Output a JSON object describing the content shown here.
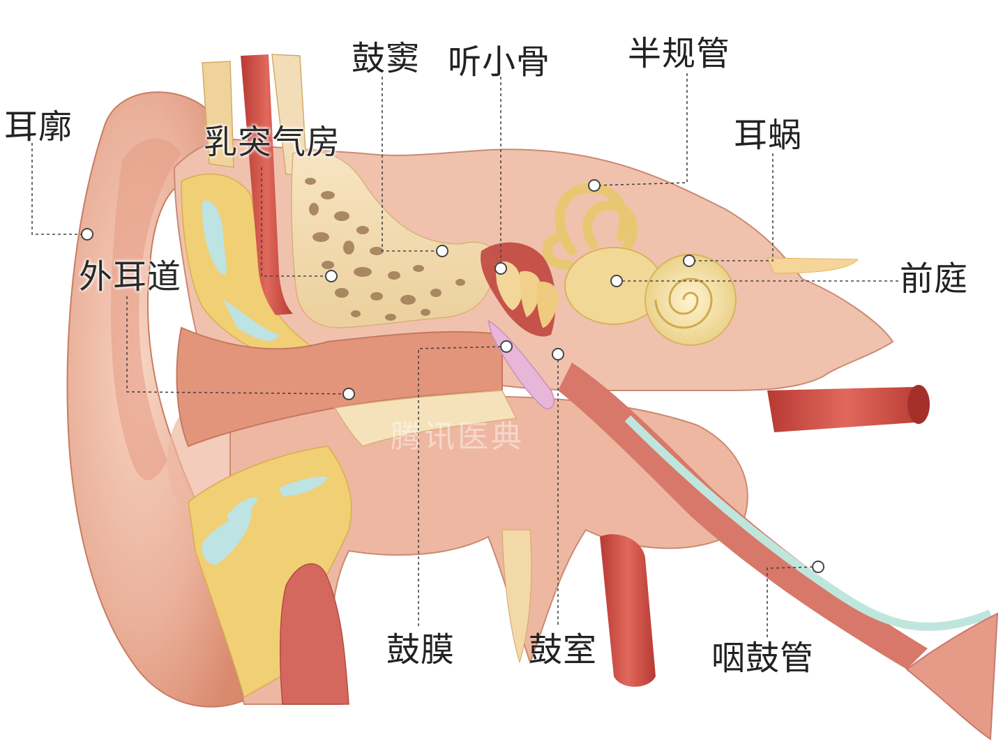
{
  "labels": {
    "pinna": "耳廓",
    "mastoid_air_cells": "乳突气房",
    "tympanic_antrum": "鼓窦",
    "ossicles": "听小骨",
    "semicircular_canals": "半规管",
    "cochlea": "耳蜗",
    "vestibule": "前庭",
    "external_auditory_canal": "外耳道",
    "tympanic_membrane": "鼓膜",
    "tympanic_cavity": "鼓室",
    "eustachian_tube": "咽鼓管"
  },
  "watermark": "腾讯医典",
  "colors": {
    "skin": "#e9a98f",
    "skin_dark": "#d4846a",
    "skin_light": "#f5cdb8",
    "bone": "#f3ddb0",
    "fat": "#f1cf74",
    "vessel": "#c9473d",
    "tube_cyan": "#bfe6dc",
    "membrane": "#e7b6d9",
    "label_text": "#222222"
  }
}
